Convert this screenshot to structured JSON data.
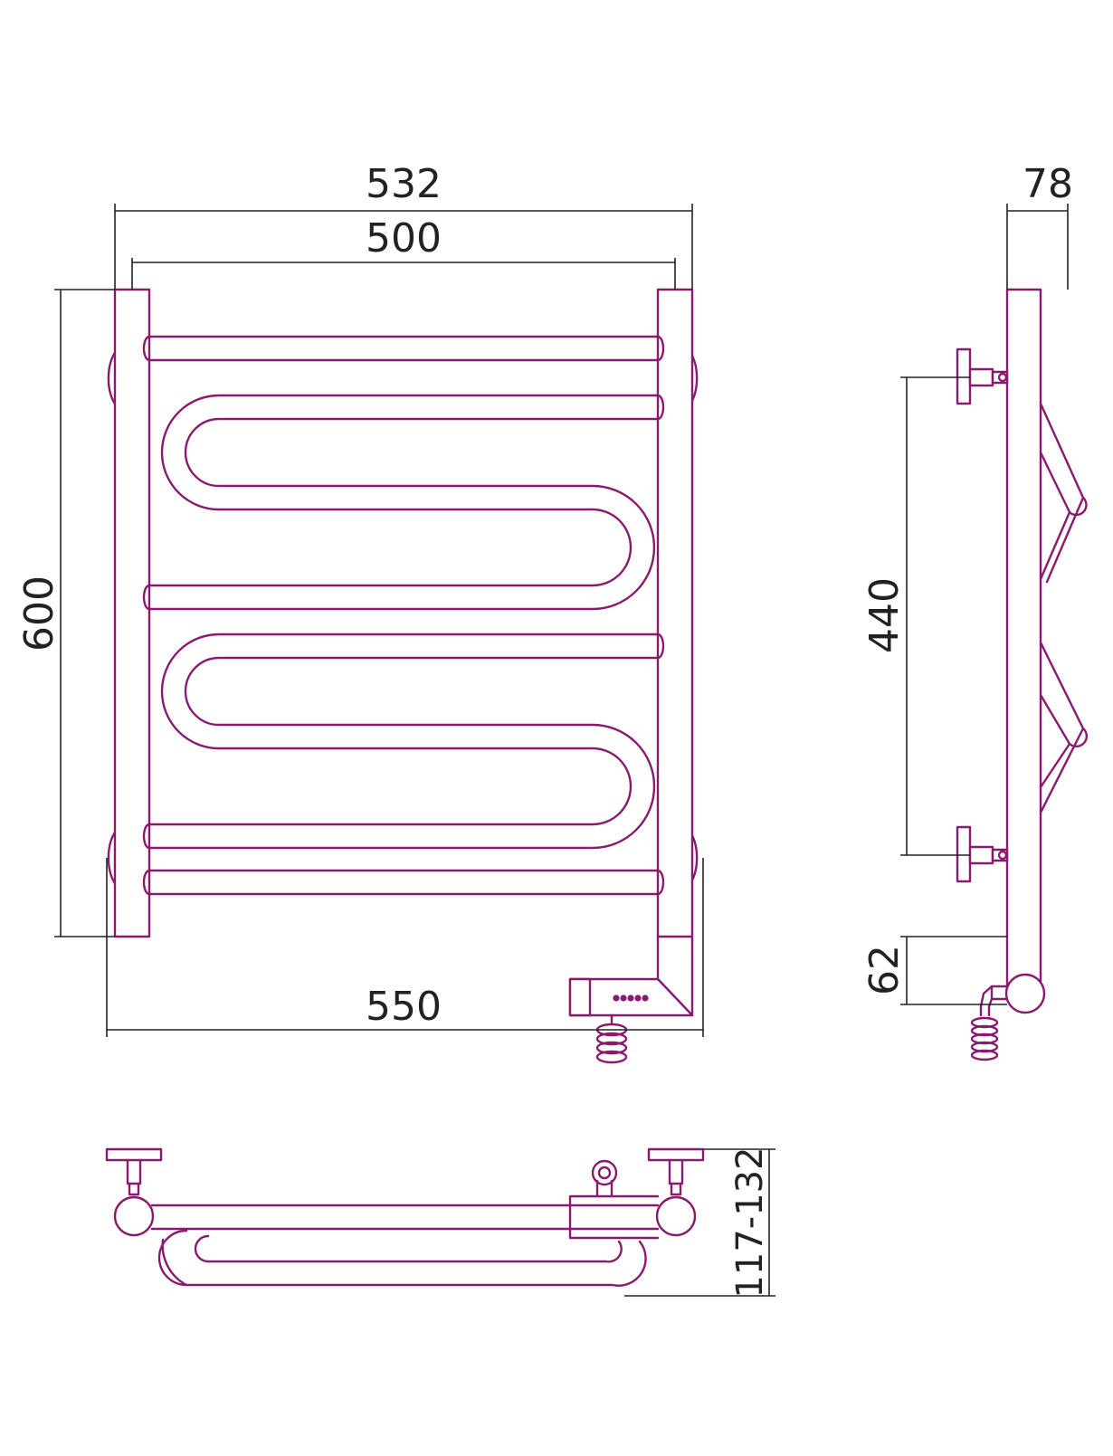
{
  "colors": {
    "outline": "#8a1a6e",
    "dimension": "#222222",
    "text": "#222222",
    "background": "#ffffff"
  },
  "dimensions": {
    "overall_width": "532",
    "center_distance": "500",
    "height": "600",
    "wall_bracket_width": "550",
    "depth": "78",
    "bracket_spacing": "440",
    "heater_offset": "62",
    "wall_clearance": "117-132"
  }
}
